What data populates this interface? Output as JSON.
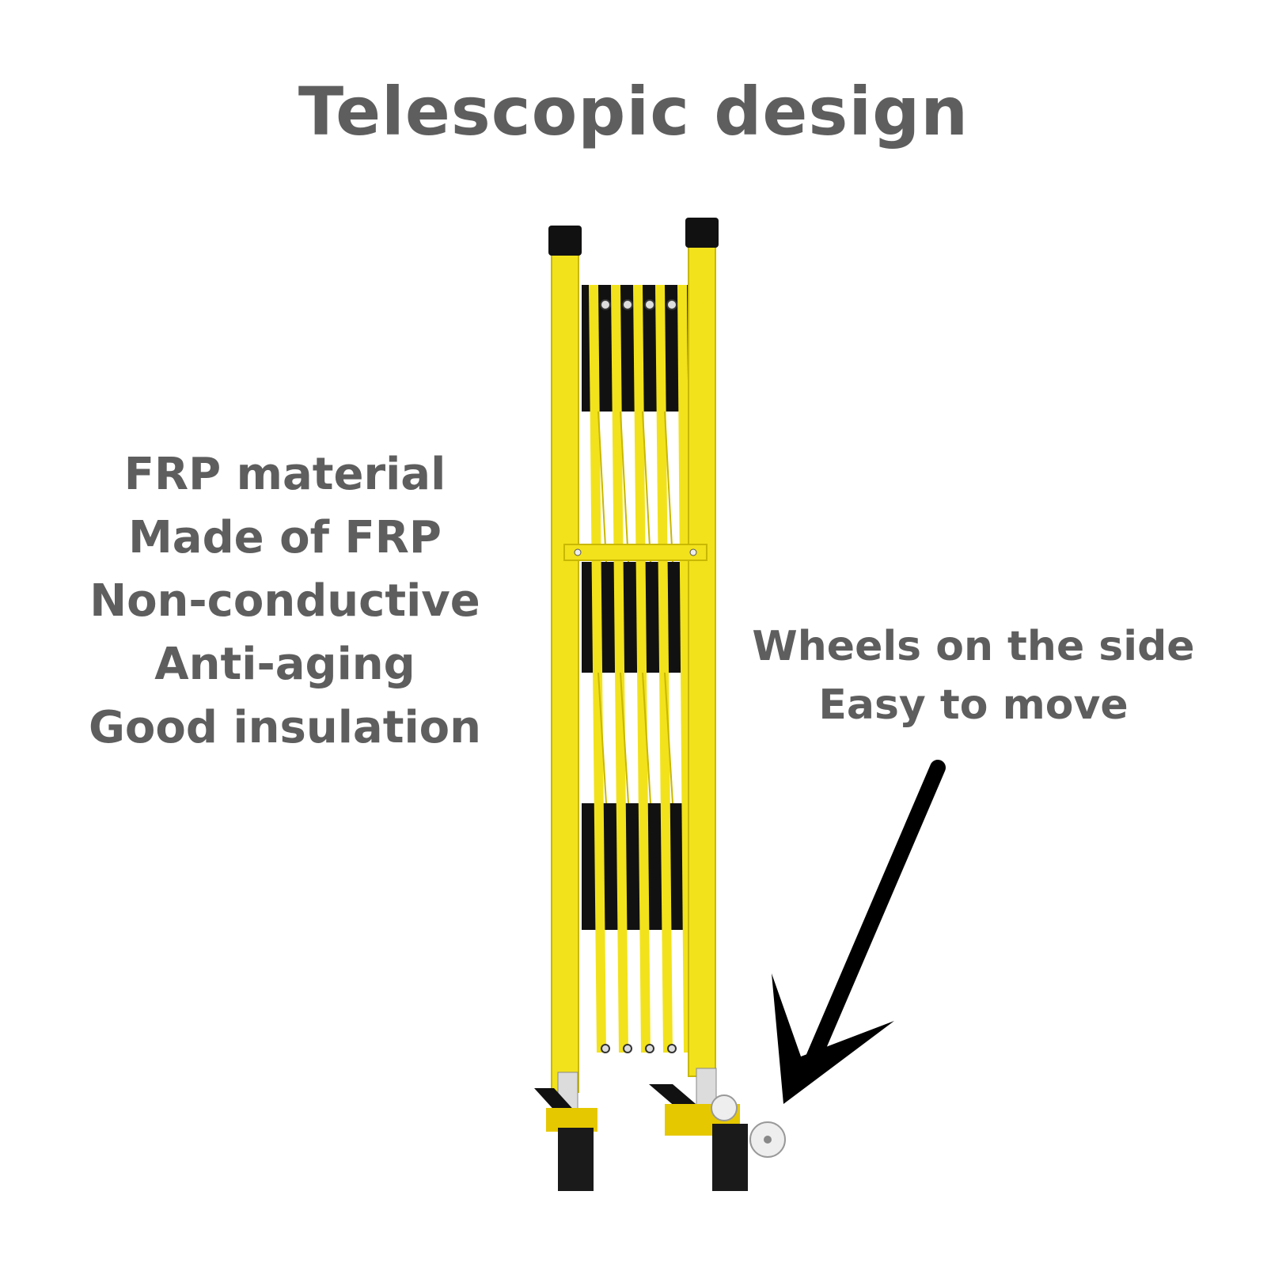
{
  "title": "Telescopic design",
  "features": [
    "FRP material",
    "Made of FRP",
    "Non-conductive",
    "Anti-aging",
    "Good insulation"
  ],
  "wheels_note": [
    "Wheels on the side",
    "Easy to move"
  ],
  "colors": {
    "text": "#5e5e5e",
    "barrier_yellow": "#f2e21c",
    "barrier_black": "#111111",
    "arrow": "#000000"
  },
  "icons": {
    "product": "telescopic-barrier-image",
    "pointer": "arrow-icon"
  }
}
